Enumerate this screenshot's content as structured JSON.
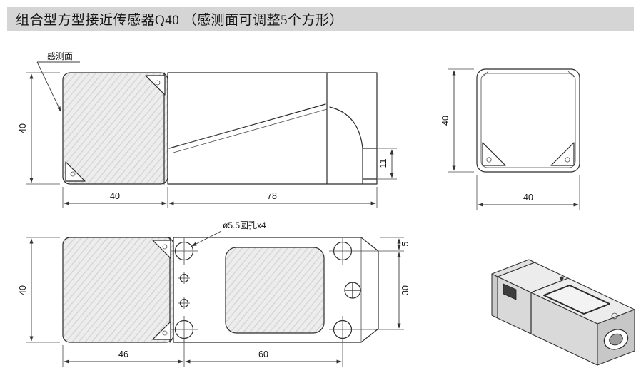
{
  "title": "组合型方型接近传感器Q40 （感测面可调整5个方形）",
  "colors": {
    "titlebar_bg": "#d5d5d5",
    "line": "#2b2b2b",
    "hatch_fill": "#ededed"
  },
  "side_view": {
    "sensing_face_label": "感测面",
    "dim_height": "40",
    "dim_head_width": "40",
    "dim_body_width": "78",
    "dim_step_height": "11"
  },
  "front_view": {
    "dim_height": "40",
    "dim_width": "40"
  },
  "top_view": {
    "hole_label": "ø5.5圆孔x4",
    "dim_height": "40",
    "dim_head_width": "46",
    "dim_hole_spacing": "60",
    "dim_edge_offset": "5",
    "dim_row_spacing": "30"
  }
}
